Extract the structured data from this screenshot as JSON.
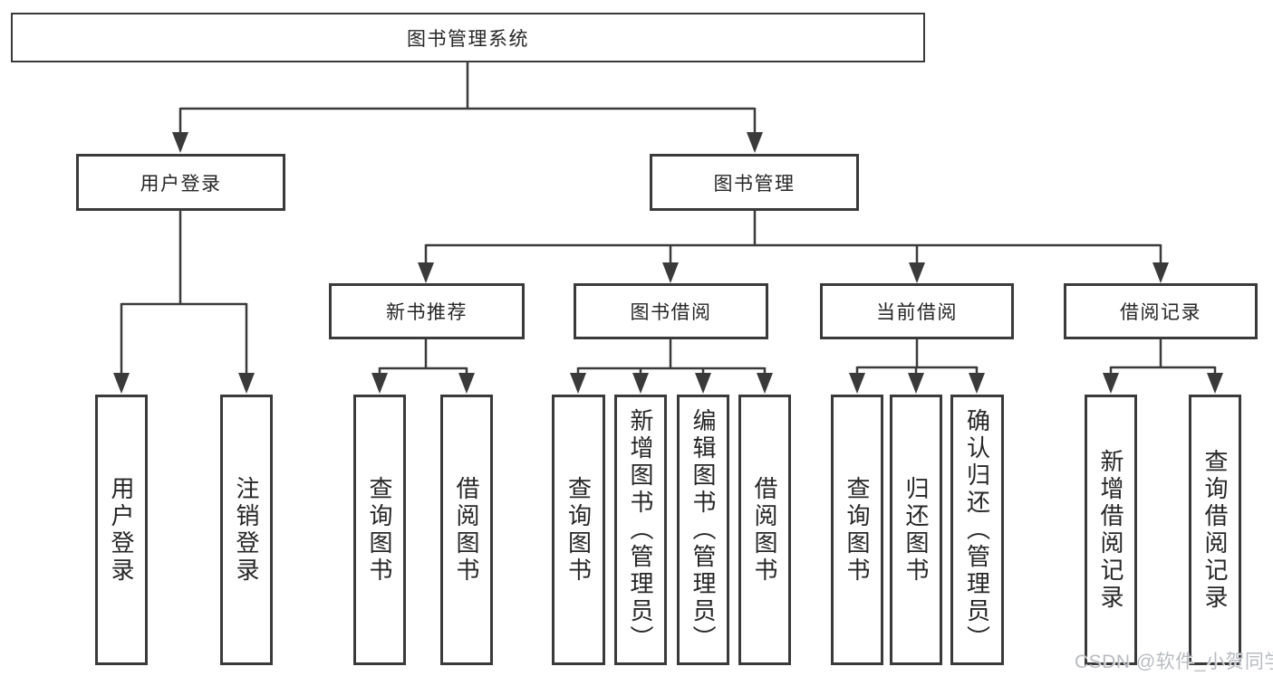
{
  "tree": {
    "root": {
      "label": "图书管理系统",
      "children": [
        {
          "label": "用户登录",
          "children": [
            {
              "label": "用户登录"
            },
            {
              "label": "注销登录"
            }
          ]
        },
        {
          "label": "图书管理",
          "children": [
            {
              "label": "新书推荐",
              "children": [
                {
                  "label": "查询图书"
                },
                {
                  "label": "借阅图书"
                }
              ]
            },
            {
              "label": "图书借阅",
              "children": [
                {
                  "label": "查询图书"
                },
                {
                  "label": "新增图书（管理员）"
                },
                {
                  "label": "编辑图书（管理员）"
                },
                {
                  "label": "借阅图书"
                }
              ]
            },
            {
              "label": "当前借阅",
              "children": [
                {
                  "label": "查询图书"
                },
                {
                  "label": "归还图书"
                },
                {
                  "label": "确认归还（管理员）"
                }
              ]
            },
            {
              "label": "借阅记录",
              "children": [
                {
                  "label": "新增借阅记录"
                },
                {
                  "label": "查询借阅记录"
                }
              ]
            }
          ]
        }
      ]
    }
  },
  "watermark": {
    "text": "CSDN @软件_小贺同学"
  },
  "colors": {
    "line": "#3a3a3a",
    "box_border": "#3a3a3a",
    "text": "#262626",
    "background": "#ffffff",
    "watermark": "#b9bcc1"
  }
}
